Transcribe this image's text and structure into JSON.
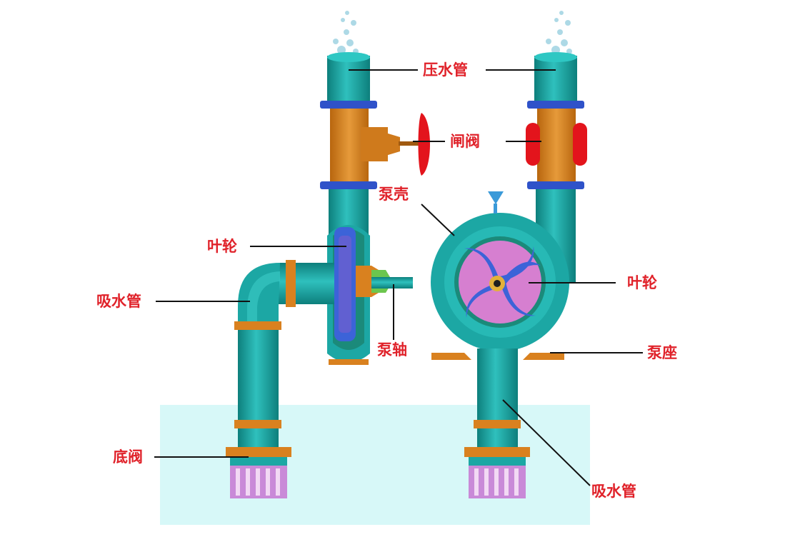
{
  "labels": {
    "discharge_pipe": "压水管",
    "gate_valve": "闸阀",
    "pump_casing": "泵壳",
    "impeller_side": "叶轮",
    "impeller_front": "叶轮",
    "suction_pipe_left": "吸水管",
    "pump_shaft": "泵轴",
    "pump_base": "泵座",
    "foot_valve": "底阀",
    "suction_pipe_right": "吸水管"
  },
  "colors": {
    "pipe": "#1ca7a4",
    "pipe_dark": "#0e7f7c",
    "flange_orange": "#d9811f",
    "flange_blue": "#2f52c9",
    "valve_red": "#e3141c",
    "impeller_purple": "#d67fd0",
    "strainer_violet": "#c98ad8",
    "water": "#d7f8f8",
    "label_red": "#e0222a"
  }
}
